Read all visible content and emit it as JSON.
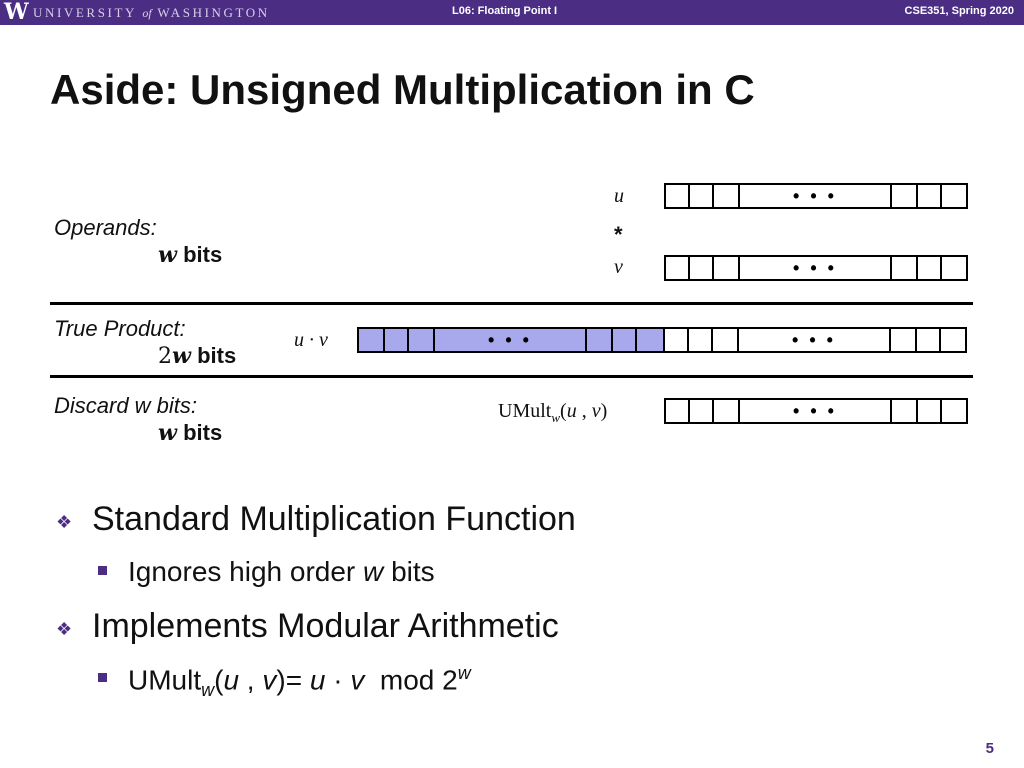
{
  "header": {
    "logo_letter": "W",
    "university_pre": "UNIVERSITY",
    "university_of": "of",
    "university_post": "WASHINGTON",
    "lecture": "L06: Floating Point I",
    "course": "CSE351, Spring 2020"
  },
  "title": "Aside: Unsigned Multiplication in C",
  "rows": {
    "operands_label": "Operands:",
    "operands_w": "w",
    "operands_bits": "bits",
    "sym_u": "u",
    "sym_times": "*",
    "sym_v": "v",
    "product_label": "True Product:",
    "product_2": "2",
    "product_w": "w",
    "product_bits": "bits",
    "sym_uv": "u · v",
    "discard_label": "Discard w bits:",
    "discard_w": "w",
    "discard_bits": "bits",
    "umult_pre": "UMult",
    "umult_sub": "w",
    "umult_open": "(",
    "umult_u": "u",
    "umult_comma": " , ",
    "umult_v": "v",
    "umult_close": ")",
    "dots": "• • •"
  },
  "bullets": {
    "b1": "Standard Multiplication Function",
    "b1_sub_pre": "Ignores high order",
    "b1_sub_w": "w",
    "b1_sub_post": "bits",
    "b2": "Implements Modular Arithmetic",
    "b2_sub_umult": "UMult",
    "b2_sub_w": "w",
    "b2_sub_open": "(",
    "b2_sub_u": "u",
    "b2_sub_comma": " , ",
    "b2_sub_v": "v",
    "b2_sub_eq": ")= ",
    "b2_sub_u2": "u",
    "b2_sub_dot": " · ",
    "b2_sub_v2": "v",
    "b2_sub_mod": "  mod 2",
    "b2_sub_exp": "w"
  },
  "page_number": "5",
  "colors": {
    "brand": "#4b2e83",
    "shade": "#a8a8ec"
  }
}
